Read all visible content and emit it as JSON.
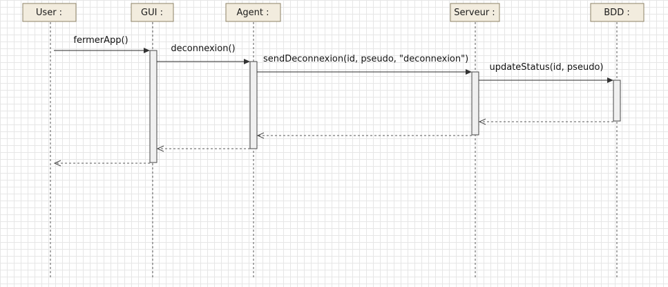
{
  "lifelines": [
    {
      "id": "user",
      "label": "User :"
    },
    {
      "id": "gui",
      "label": "GUI :"
    },
    {
      "id": "agent",
      "label": "Agent :"
    },
    {
      "id": "serveur",
      "label": "Serveur :"
    },
    {
      "id": "bdd",
      "label": "BDD :"
    }
  ],
  "messages": [
    {
      "id": "fermerapp",
      "label": "fermerApp()",
      "from": "user",
      "to": "gui",
      "kind": "call"
    },
    {
      "id": "deconnexion",
      "label": "deconnexion()",
      "from": "gui",
      "to": "agent",
      "kind": "call"
    },
    {
      "id": "senddeconnexion",
      "label": "sendDeconnexion(id, pseudo, \"deconnexion\")",
      "from": "agent",
      "to": "serveur",
      "kind": "call"
    },
    {
      "id": "updatestatus",
      "label": "updateStatus(id, pseudo)",
      "from": "serveur",
      "to": "bdd",
      "kind": "call"
    },
    {
      "id": "return-bdd",
      "label": "",
      "from": "bdd",
      "to": "serveur",
      "kind": "return"
    },
    {
      "id": "return-serveur",
      "label": "",
      "from": "serveur",
      "to": "agent",
      "kind": "return"
    },
    {
      "id": "return-agent",
      "label": "",
      "from": "agent",
      "to": "gui",
      "kind": "return"
    },
    {
      "id": "return-gui",
      "label": "",
      "from": "gui",
      "to": "user",
      "kind": "return"
    }
  ]
}
